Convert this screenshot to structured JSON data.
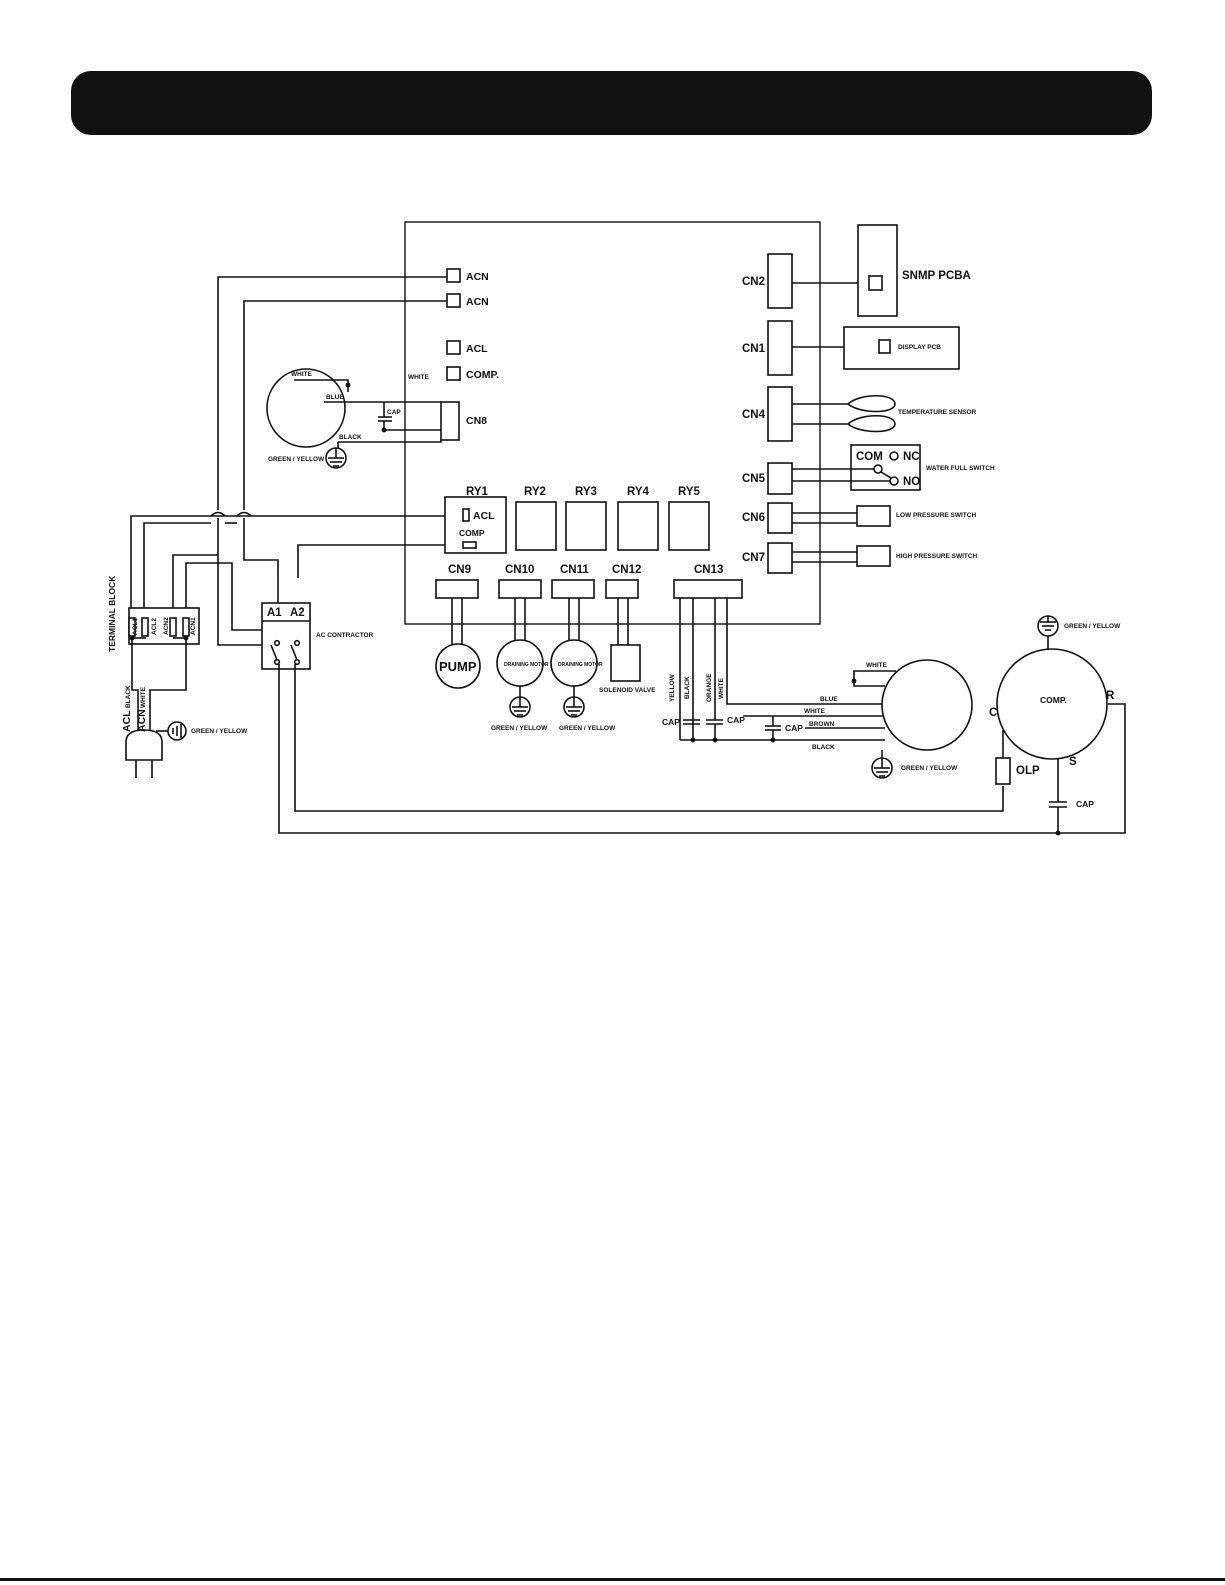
{
  "header": {
    "title": ""
  },
  "labels": {
    "acn_1": "ACN",
    "acn_2": "ACN",
    "acl": "ACL",
    "comp": "COMP.",
    "cn8": "CN8",
    "fan_white": "WHITE",
    "fan_white2": "WHITE",
    "fan_blue": "BLUE",
    "fan_cap": "CAP",
    "fan_black": "BLACK",
    "fan_gy": "GREEN / YELLOW",
    "cn2": "CN2",
    "snmp": "SNMP PCBA",
    "cn1": "CN1",
    "display": "DISPLAY PCB",
    "cn4": "CN4",
    "temp": "TEMPERATURE SENSOR",
    "cn5": "CN5",
    "com": "COM",
    "nc": "NC",
    "no": "NO",
    "water": "WATER FULL SWITCH",
    "cn6": "CN6",
    "low": "LOW PRESSURE SWITCH",
    "cn7": "CN7",
    "high": "HIGH PRESSURE SWITCH",
    "ry1": "RY1",
    "ry2": "RY2",
    "ry3": "RY3",
    "ry4": "RY4",
    "ry5": "RY5",
    "ry_acl": "ACL",
    "ry_comp": "COMP",
    "cn9": "CN9",
    "cn10": "CN10",
    "cn11": "CN11",
    "cn12": "CN12",
    "cn13": "CN13",
    "pump": "PUMP",
    "drain1": "DRAINING MOTOR",
    "drain2": "DRAINING MOTOR",
    "gy_drain1": "GREEN / YELLOW",
    "gy_drain2": "GREEN / YELLOW",
    "solenoid": "SOLENOID VALVE",
    "a1": "A1",
    "a2": "A2",
    "ac_contractor": "AC CONTRACTOR",
    "terminal_block": "TERMINAL BLOCK",
    "acl1": "ACL1",
    "acl2": "ACL2",
    "acn2": "ACN2",
    "acn1": "ACN1",
    "plug_acl": "ACL",
    "plug_black": "BLACK",
    "plug_acn": "ACN",
    "plug_white": "WHITE",
    "plug_gy": "GREEN / YELLOW",
    "w_yellow": "YELLOW",
    "w_black": "BLACK",
    "w_orange": "ORANGE",
    "w_white": "WHITE",
    "cap_a": "CAP",
    "cap_b": "CAP",
    "cap_c": "CAP",
    "m_white": "WHITE",
    "m_blue": "BLUE",
    "m_white2": "WHITE",
    "m_brown": "BROWN",
    "m_black": "BLACK",
    "m_gy": "GREEN / YELLOW",
    "comp_gy": "GREEN / YELLOW",
    "c": "C",
    "r": "R",
    "s": "S",
    "olp": "OLP",
    "comp_cap": "CAP"
  }
}
